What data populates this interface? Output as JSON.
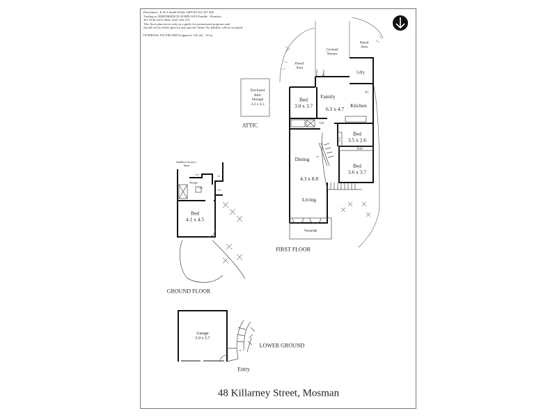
{
  "disclaimer": {
    "line1": "Disclaimer : K & S Smith-White  ABN 84 553 107 368",
    "line2": "Trading as NORTHSIDE FLOORPLANS Pymble - Hornsby",
    "line3": "Tel. 9144 2474; Mob. 0427 442 474",
    "line4": "This floor plan serves only as a guide for promotional purposes and",
    "line5": "should not be relied upon for any specific detail. No liability will be accepted.",
    "area": "INTERNAL FLOOR AREA (approx): 165 m2 : 18 sq"
  },
  "compass_icon": "north-arrow-down",
  "attic": {
    "label": "ATTIC",
    "storage_name": "Enclosed Attic Storage",
    "storage_size": "3.2 x 4.5"
  },
  "first_floor": {
    "label": "FIRST FLOOR",
    "paved_area_left": "Paved Area",
    "paved_area_right": "Paved Area",
    "covered_terrace": "Covered Terrace",
    "laundry": "Ldry",
    "pantry": "Pty",
    "bed1": {
      "name": "Bed",
      "size": "3.0 x 3.7"
    },
    "family": {
      "name": "Family",
      "size": "6.3 x 4.7"
    },
    "kitchen": "Kitchen",
    "cupboard": "Cpd",
    "bed2": {
      "name": "Bed",
      "size": "3.5 x 2.6"
    },
    "robe1": "Robe",
    "robe2": "Robe",
    "bed3": {
      "name": "Bed",
      "size": "3.6 x 3.7"
    },
    "dining": "Dining",
    "dining_living_size": "4.3 x 8.8",
    "living": "Living",
    "verandah": "Verandah",
    "stair_up": "up"
  },
  "ground_floor": {
    "label": "GROUND FLOOR",
    "subfloor": "Subfloor Access / Store",
    "cupboard1": "Cpd",
    "cupboard2": "Cpd",
    "storage": "Storage",
    "ldry": "Ldry",
    "bed": {
      "name": "Bed",
      "size": "4.1 x 4.5"
    },
    "stair_up": "up"
  },
  "lower_ground": {
    "label": "LOWER GROUND",
    "garage": {
      "name": "Garage",
      "size": "5.9 x 5.7"
    },
    "entry": "Entry",
    "stair_up": "up"
  },
  "title": "48 Killarney Street, Mosman"
}
